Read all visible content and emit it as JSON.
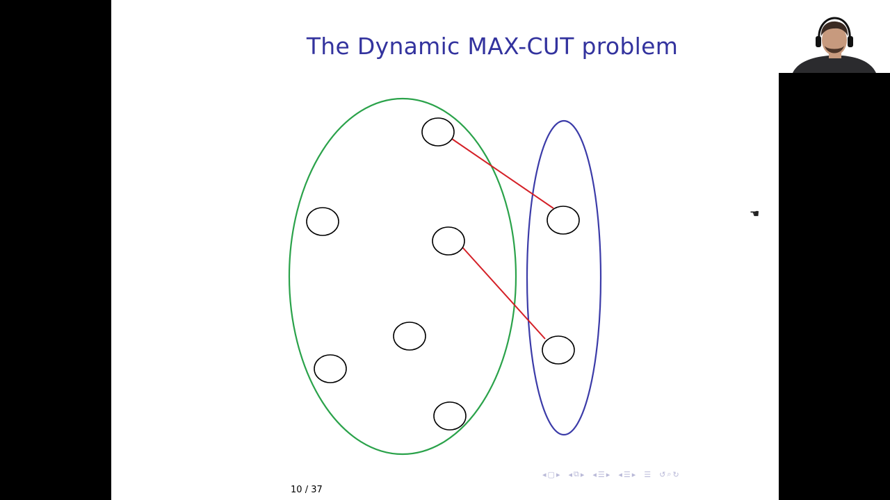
{
  "slide": {
    "title": "The Dynamic MAX-CUT problem",
    "page_current": "10",
    "page_separator": "/",
    "page_total": "37"
  },
  "colors": {
    "title": "#33339e",
    "left_partition": "#2aa24a",
    "right_partition": "#3b3ba8",
    "cut_edge": "#d42027",
    "vertex": "#000000",
    "background": "#000000",
    "slide_background": "#ffffff"
  },
  "navigation": {
    "icons": [
      "nav-left-arrow-icon",
      "frame-icon",
      "nav-right-arrow-icon",
      "nav-left-arrow-icon",
      "subsection-icon",
      "nav-right-arrow-icon",
      "nav-left-arrow-icon",
      "section-icon",
      "nav-right-arrow-icon",
      "nav-left-arrow-icon",
      "presentation-icon",
      "nav-right-arrow-icon",
      "appendix-icon",
      "back-icon",
      "search-icon",
      "forward-icon"
    ]
  },
  "cursor": "hand-cursor-icon",
  "webcam": "presenter-webcam"
}
